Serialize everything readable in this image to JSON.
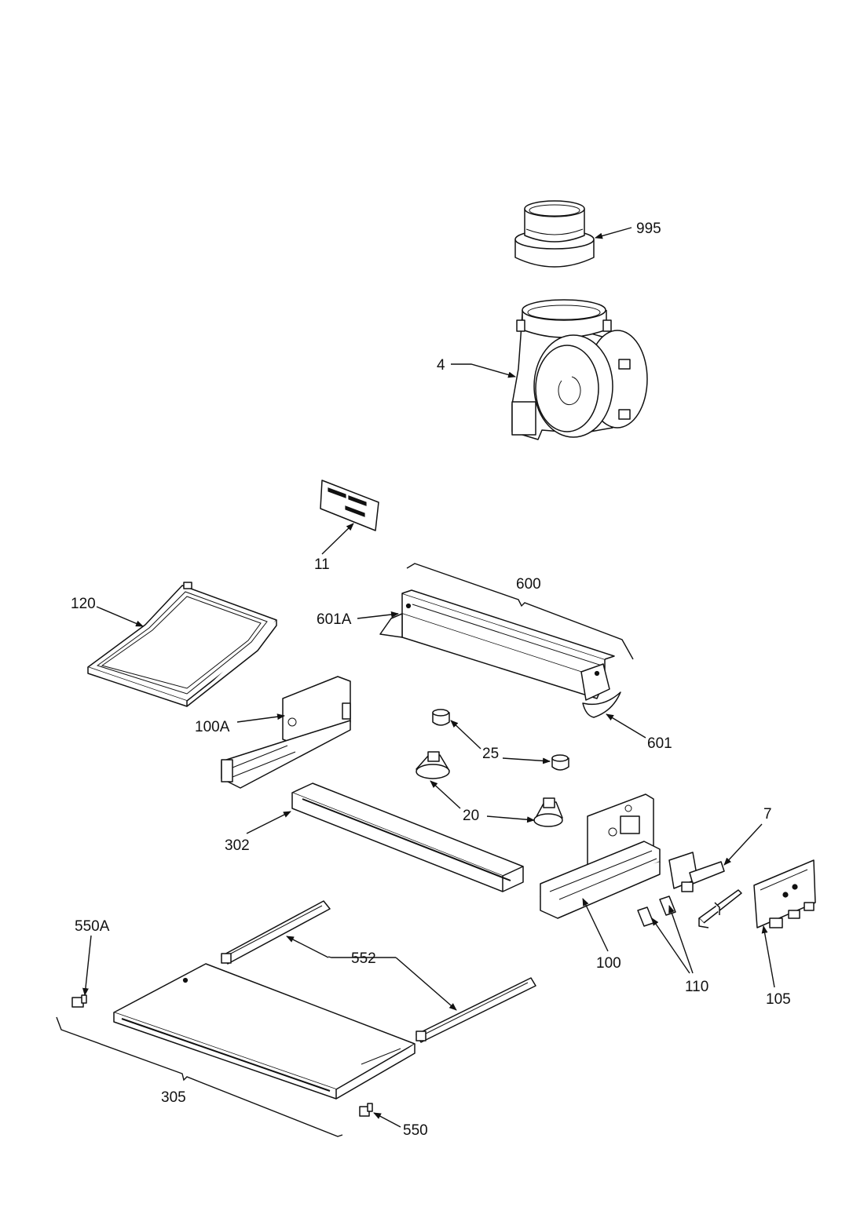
{
  "labels": {
    "l995": "995",
    "l4": "4",
    "l11": "11",
    "l600": "600",
    "l601A": "601A",
    "l120": "120",
    "l601": "601",
    "l100A": "100A",
    "l25": "25",
    "l20": "20",
    "l302": "302",
    "l7": "7",
    "l550A": "550A",
    "l552": "552",
    "l100": "100",
    "l110": "110",
    "l105": "105",
    "l305": "305",
    "l550": "550"
  },
  "colors": {
    "line": "#111111",
    "background": "#ffffff"
  }
}
